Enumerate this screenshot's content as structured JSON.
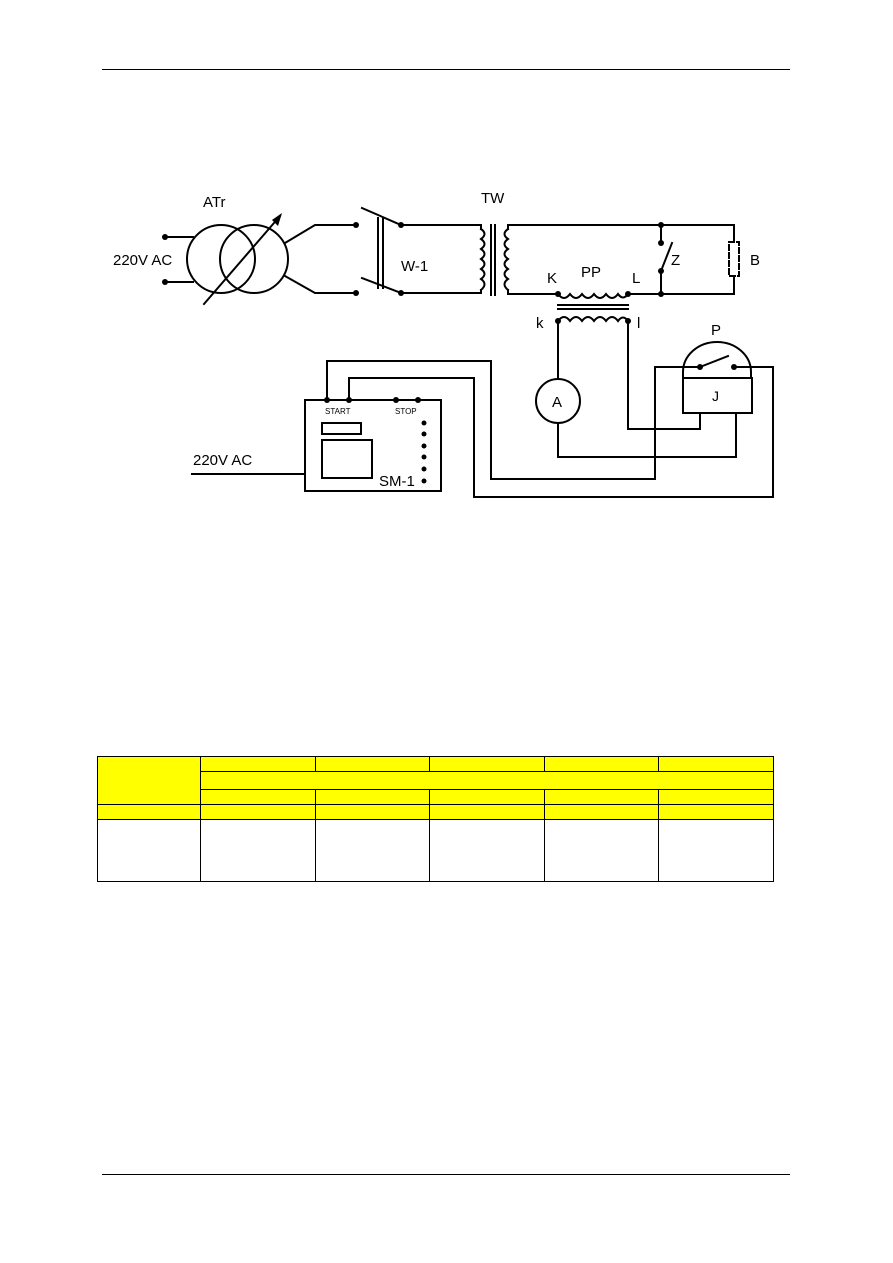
{
  "page": {
    "header_rule": true,
    "footer_rule": true
  },
  "diagram": {
    "labels": {
      "autotransformer": "ATr",
      "input_voltage": "220V AC",
      "switch": "W-1",
      "transformer": "TW",
      "current_transformer": "PP",
      "ct_primary_start": "K",
      "ct_primary_end": "L",
      "ct_secondary_start": "k",
      "ct_secondary_end": "l",
      "short_switch": "Z",
      "fuse": "B",
      "relay": "P",
      "relay_coil": "J",
      "ammeter": "A",
      "timer": "SM-1",
      "timer_start": "START",
      "timer_stop": "STOP",
      "timer_supply": "220V AC"
    }
  },
  "table": {
    "highlight_color": "#ffff00",
    "rows": [
      [
        "",
        "",
        "",
        "",
        "",
        ""
      ],
      [
        "",
        ""
      ],
      [
        "",
        "",
        "",
        "",
        ""
      ],
      [
        "",
        "",
        "",
        "",
        "",
        ""
      ],
      [
        "",
        "",
        "",
        "",
        "",
        ""
      ]
    ]
  }
}
